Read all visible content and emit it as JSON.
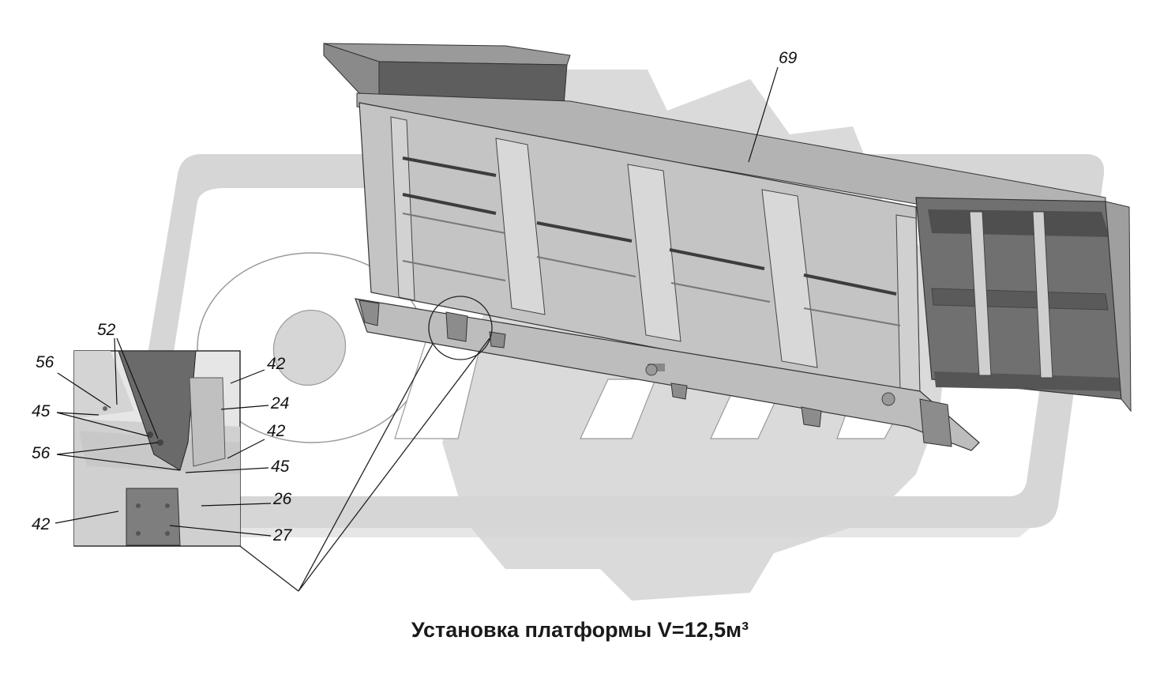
{
  "caption": "Установка платформы V=12,5м³",
  "labels": {
    "l69": "69",
    "l52": "52",
    "l56a": "56",
    "l45a": "45",
    "l56b": "56",
    "l42a": "42",
    "l24": "24",
    "l42b": "42",
    "l45b": "45",
    "l26": "26",
    "l42c": "42",
    "l27": "27"
  },
  "colors": {
    "watermark": "#d6d6d6",
    "body_light": "#c9c9c9",
    "body_mid": "#a9a9a9",
    "body_dark": "#6f6f6f",
    "line": "#111111"
  }
}
